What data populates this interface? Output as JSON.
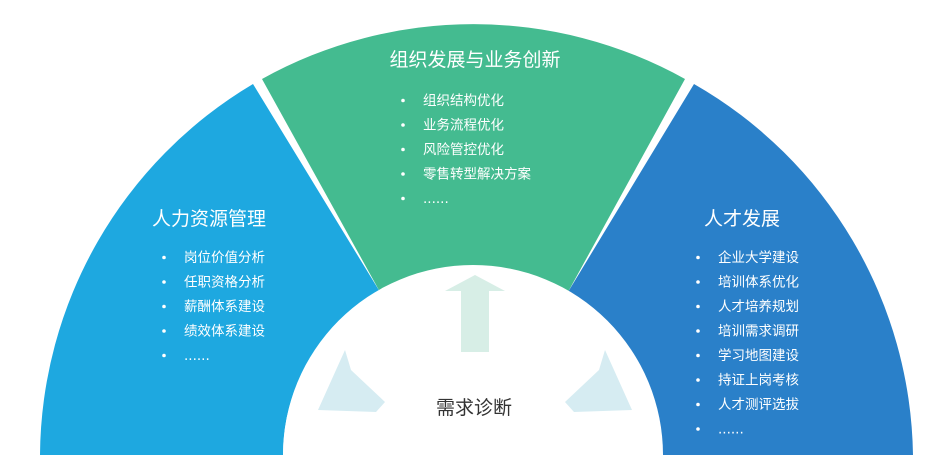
{
  "colors": {
    "left": "#1ea8e0",
    "middle": "#44bb90",
    "right": "#2a80c9",
    "center": "#ffffff",
    "arrow": "#d6ecf2",
    "arrow_up": "#d7eee6"
  },
  "left": {
    "title": "人力资源管理",
    "items": [
      "岗位价值分析",
      "任职资格分析",
      "薪酬体系建设",
      "绩效体系建设",
      "......"
    ]
  },
  "middle": {
    "title": "组织发展与业务创新",
    "items": [
      "组织结构优化",
      "业务流程优化",
      "风险管控优化",
      "零售转型解决方案",
      "......"
    ]
  },
  "right": {
    "title": "人才发展",
    "items": [
      "企业大学建设",
      "培训体系优化",
      "人才培养规划",
      "培训需求调研",
      "学习地图建设",
      "持证上岗考核",
      "人才测评选拔",
      "......"
    ]
  },
  "center": {
    "label": "需求诊断"
  }
}
